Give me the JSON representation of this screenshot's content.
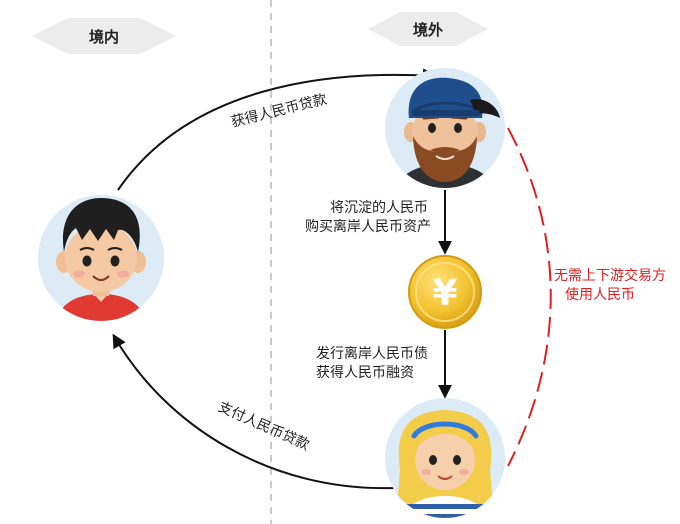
{
  "regions": {
    "domestic": "境内",
    "overseas": "境外"
  },
  "flows": {
    "loan_obtain": "获得人民币贷款",
    "loan_pay": "支付人民币贷款",
    "buy_assets_line1": "将沉淀的人民币",
    "buy_assets_line2": "购买离岸人民币资产",
    "issue_bond_line1": "发行离岸人民币债",
    "issue_bond_line2": "获得人民币融资"
  },
  "note": {
    "line1": "无需上下游交易方",
    "line2": "使用人民币"
  },
  "coin_symbol": "¥",
  "colors": {
    "tag_fill": "#ececec",
    "divider": "#b8b8b8",
    "arrow": "#111111",
    "note_red": "#e02020",
    "avatar_bg": "#dcebf6",
    "coin_gold": "#f2c230"
  }
}
